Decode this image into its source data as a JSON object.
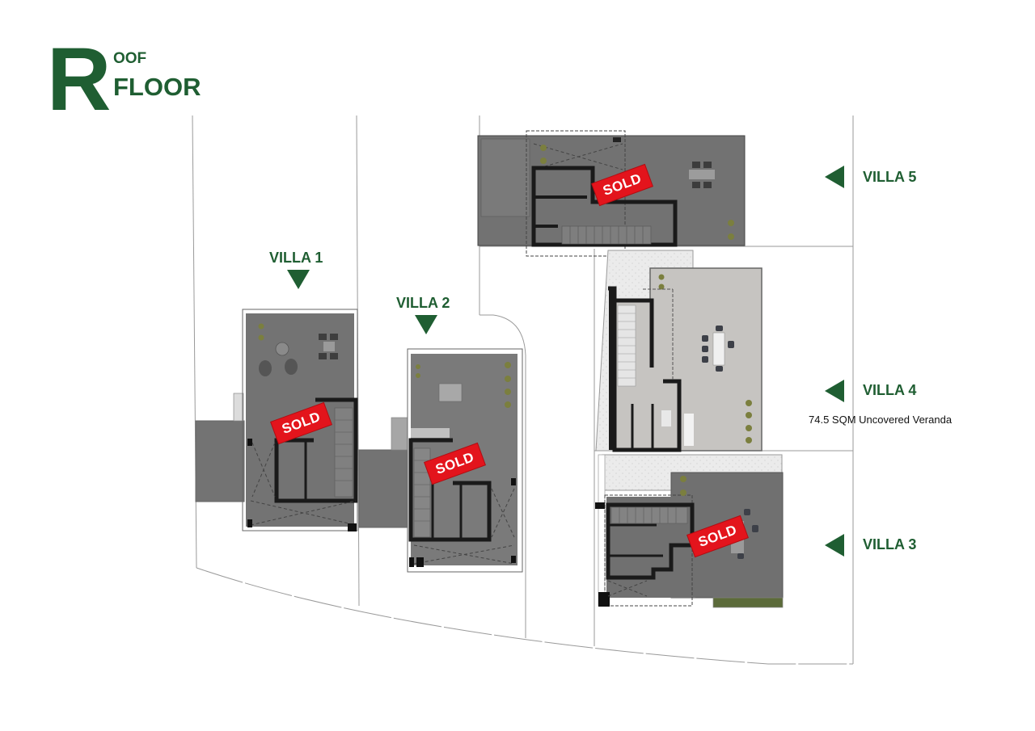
{
  "header": {
    "initial": "R",
    "line1": "OOF",
    "line2": "FLOOR"
  },
  "colors": {
    "brand_green": "#1f5e32",
    "sold_red": "#e3141c",
    "roof_dark": "#6f6f6f",
    "roof_light": "#c9c7c4",
    "wall": "#1a1a1a"
  },
  "villas": [
    {
      "id": "villa-1",
      "label": "VILLA 1",
      "status": "SOLD",
      "arrow": "down"
    },
    {
      "id": "villa-2",
      "label": "VILLA 2",
      "status": "SOLD",
      "arrow": "down"
    },
    {
      "id": "villa-3",
      "label": "VILLA 3",
      "status": "SOLD",
      "arrow": "left"
    },
    {
      "id": "villa-4",
      "label": "VILLA 4",
      "status": "",
      "arrow": "left",
      "note": "74.5 SQM Uncovered Veranda"
    },
    {
      "id": "villa-5",
      "label": "VILLA 5",
      "status": "SOLD",
      "arrow": "left"
    }
  ]
}
